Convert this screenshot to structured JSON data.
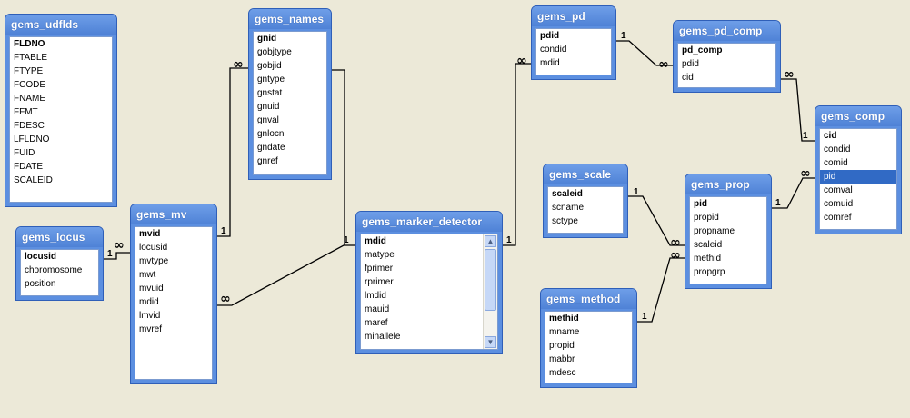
{
  "tables": {
    "gems_udflds": {
      "title": "gems_udflds",
      "fields": [
        "FLDNO",
        "FTABLE",
        "FTYPE",
        "FCODE",
        "FNAME",
        "FFMT",
        "FDESC",
        "LFLDNO",
        "FUID",
        "FDATE",
        "SCALEID"
      ]
    },
    "gems_names": {
      "title": "gems_names",
      "fields": [
        "gnid",
        "gobjtype",
        "gobjid",
        "gntype",
        "gnstat",
        "gnuid",
        "gnval",
        "gnlocn",
        "gndate",
        "gnref"
      ]
    },
    "gems_pd": {
      "title": "gems_pd",
      "fields": [
        "pdid",
        "condid",
        "mdid"
      ]
    },
    "gems_pd_comp": {
      "title": "gems_pd_comp",
      "fields": [
        "pd_comp",
        "pdid",
        "cid"
      ]
    },
    "gems_comp": {
      "title": "gems_comp",
      "fields": [
        "cid",
        "condid",
        "comid",
        "pid",
        "comval",
        "comuid",
        "comref"
      ]
    },
    "gems_locus": {
      "title": "gems_locus",
      "fields": [
        "locusid",
        "choromosome",
        "position"
      ]
    },
    "gems_mv": {
      "title": "gems_mv",
      "fields": [
        "mvid",
        "locusid",
        "mvtype",
        "mwt",
        "mvuid",
        "mdid",
        "lmvid",
        "mvref"
      ]
    },
    "gems_marker_detector": {
      "title": "gems_marker_detector",
      "fields": [
        "mdid",
        "matype",
        "fprimer",
        "rprimer",
        "lmdid",
        "mauid",
        "maref",
        "minallele"
      ]
    },
    "gems_scale": {
      "title": "gems_scale",
      "fields": [
        "scaleid",
        "scname",
        "sctype"
      ]
    },
    "gems_prop": {
      "title": "gems_prop",
      "fields": [
        "pid",
        "propid",
        "propname",
        "scaleid",
        "methid",
        "propgrp"
      ]
    },
    "gems_method": {
      "title": "gems_method",
      "fields": [
        "methid",
        "mname",
        "propid",
        "mabbr",
        "mdesc"
      ]
    }
  },
  "selected_field": {
    "table": "gems_comp",
    "field": "pid"
  },
  "relationship_symbols": {
    "one": "1",
    "many": "∞"
  },
  "colors": {
    "background": "#ece9d8",
    "title_bar": "#5c8fe0",
    "selection": "#316ac5",
    "line": "#000000"
  }
}
